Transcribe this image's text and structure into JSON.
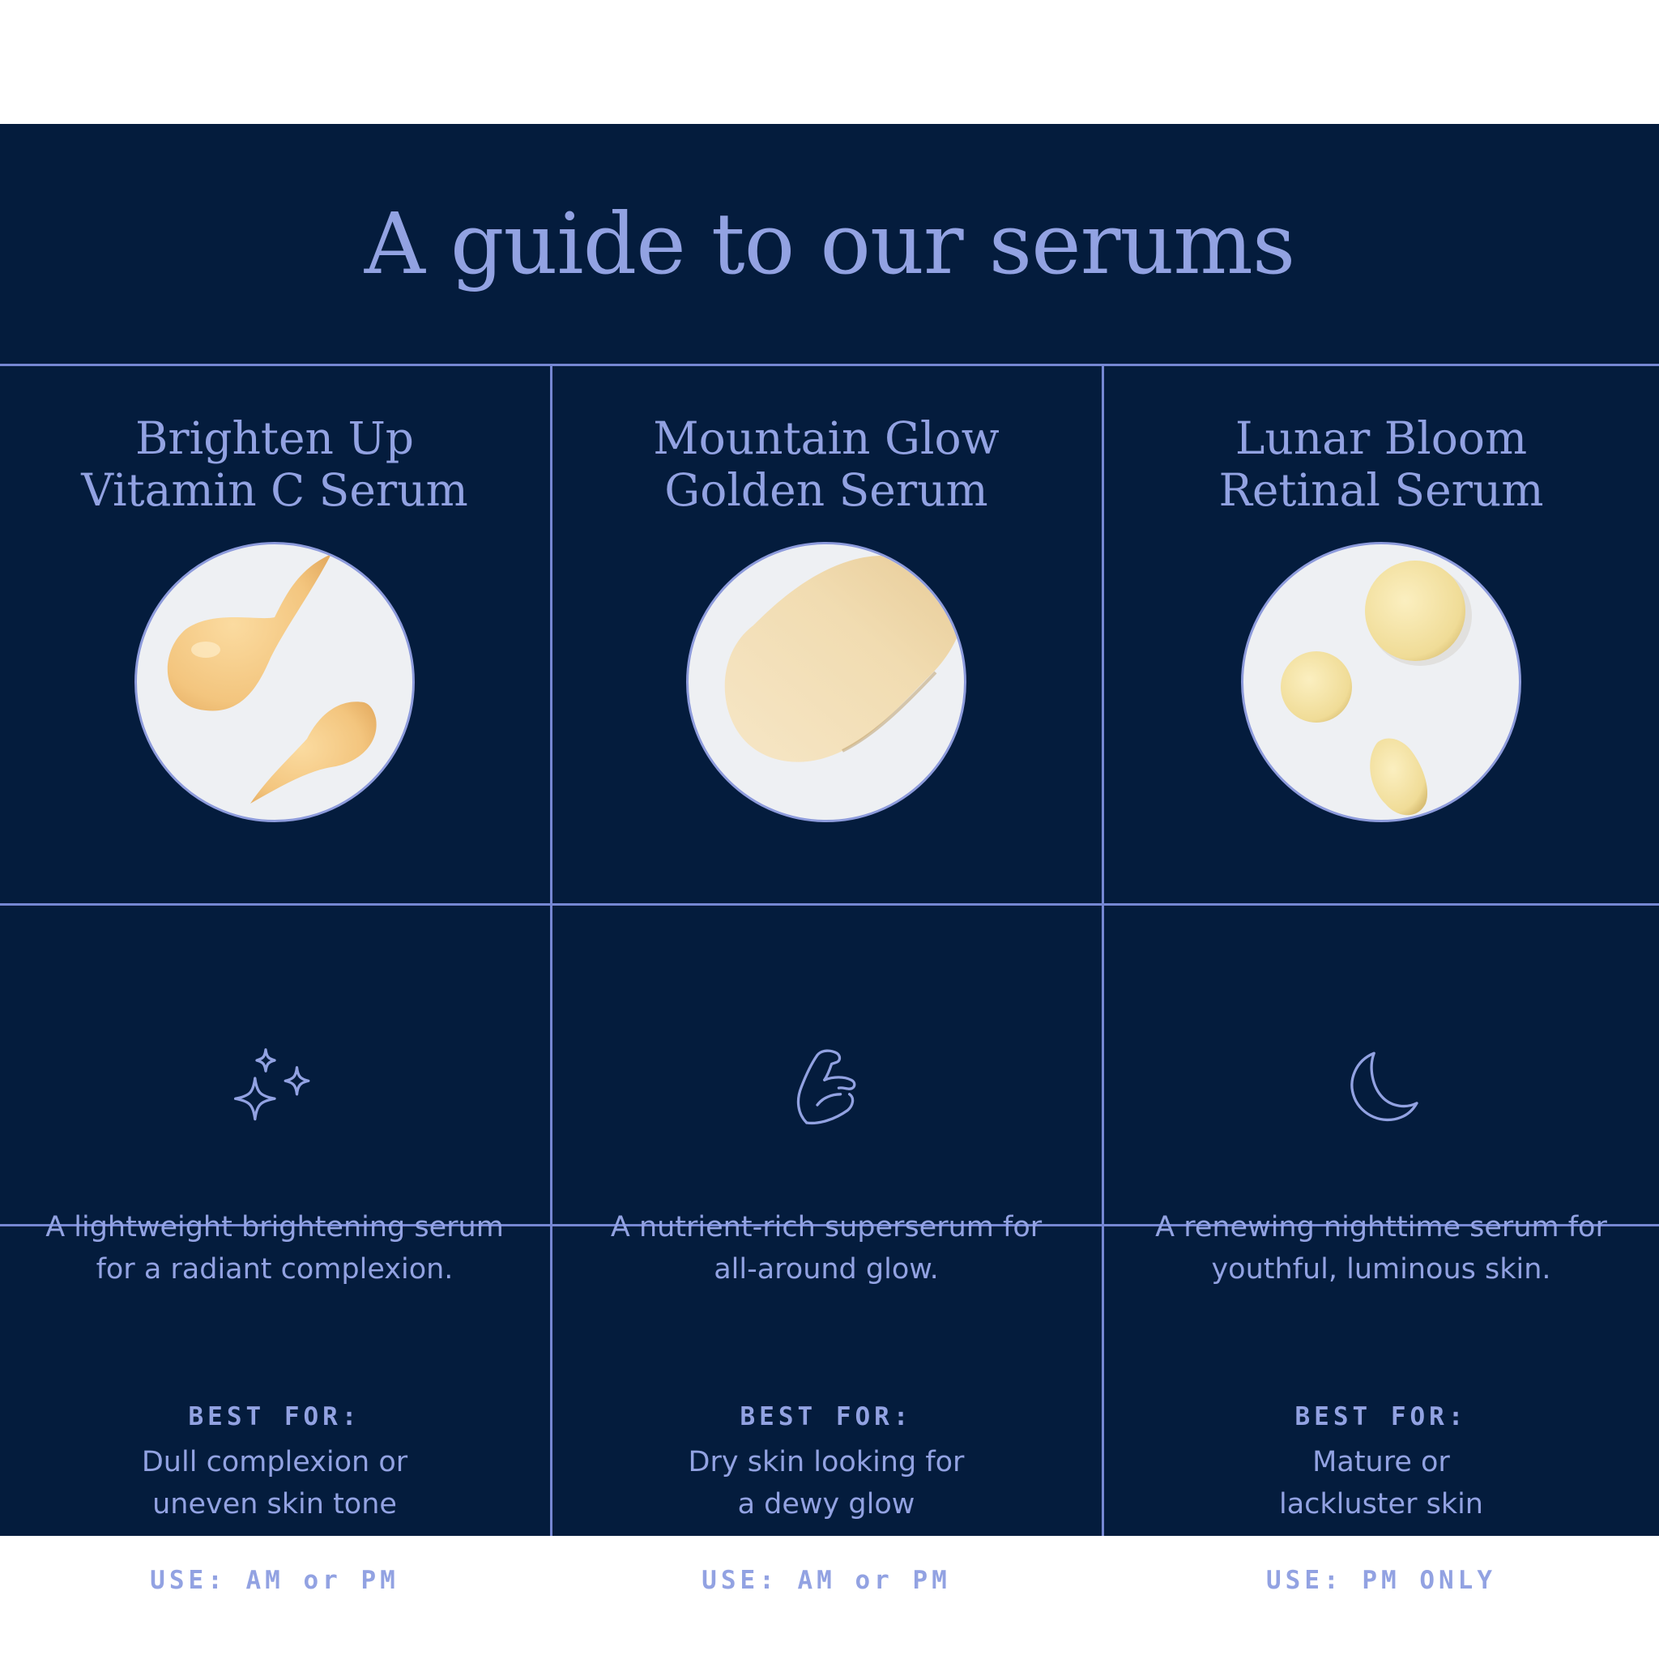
{
  "title": "A guide to our serums",
  "colors": {
    "background": "#041c3d",
    "accent": "#92a2e2",
    "divider": "#7687d3",
    "swatch_bg": "#eef0f3"
  },
  "serums": [
    {
      "name_line1": "Brighten Up",
      "name_line2": "Vitamin C Serum",
      "icon": "sparkles-icon",
      "desc_line1": "A lightweight brightening serum",
      "desc_line2": "for a radiant complexion.",
      "best_for_label": "BEST FOR:",
      "best_for_line1": "Dull complexion or",
      "best_for_line2": "uneven skin tone",
      "use": "USE: AM or PM"
    },
    {
      "name_line1": "Mountain Glow",
      "name_line2": "Golden Serum",
      "icon": "flexed-arm-icon",
      "desc_line1": "A nutrient-rich superserum for",
      "desc_line2": "all-around glow.",
      "best_for_label": "BEST FOR:",
      "best_for_line1": "Dry skin looking for",
      "best_for_line2": "a dewy glow",
      "use": "USE: AM or PM"
    },
    {
      "name_line1": "Lunar Bloom",
      "name_line2": "Retinal Serum",
      "icon": "crescent-moon-icon",
      "desc_line1": "A renewing nighttime serum for",
      "desc_line2": "youthful, luminous skin.",
      "best_for_label": "BEST FOR:",
      "best_for_line1": "Mature or",
      "best_for_line2": "lackluster skin",
      "use": "USE: PM ONLY"
    }
  ]
}
